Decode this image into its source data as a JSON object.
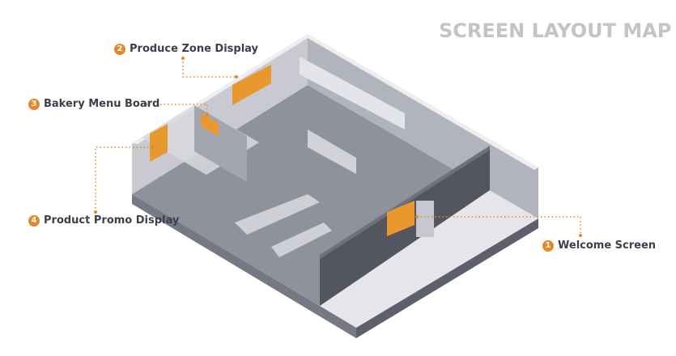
{
  "title": "SCREEN LAYOUT MAP",
  "colors": {
    "accent": "#e8862a",
    "screen": "#e9982e",
    "floor": "#8f919d",
    "wall": "#b1b3bd",
    "entrance_floor": "#e6e6ea"
  },
  "callouts": [
    {
      "number": "1",
      "label": "Welcome Screen"
    },
    {
      "number": "2",
      "label": "Produce Zone Display"
    },
    {
      "number": "3",
      "label": "Bakery Menu Board"
    },
    {
      "number": "4",
      "label": "Product Promo Display"
    }
  ]
}
